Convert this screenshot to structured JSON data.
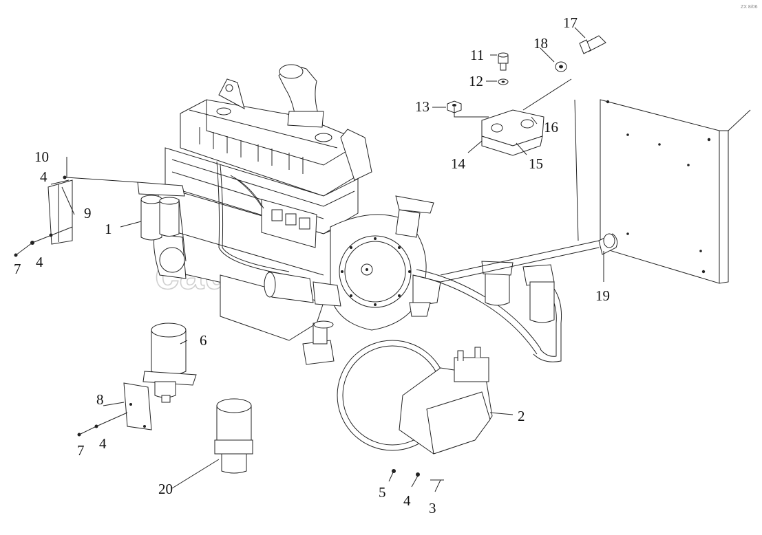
{
  "watermark": "cautoiter.ru",
  "corner_mark": "ZX 8/06",
  "callouts": [
    {
      "id": "c1",
      "text": "1"
    },
    {
      "id": "c2",
      "text": "2"
    },
    {
      "id": "c3",
      "text": "3"
    },
    {
      "id": "c4a",
      "text": "4"
    },
    {
      "id": "c4b",
      "text": "4"
    },
    {
      "id": "c4c",
      "text": "4"
    },
    {
      "id": "c4d",
      "text": "4"
    },
    {
      "id": "c5",
      "text": "5"
    },
    {
      "id": "c6",
      "text": "6"
    },
    {
      "id": "c7a",
      "text": "7"
    },
    {
      "id": "c7b",
      "text": "7"
    },
    {
      "id": "c8",
      "text": "8"
    },
    {
      "id": "c9",
      "text": "9"
    },
    {
      "id": "c10",
      "text": "10"
    },
    {
      "id": "c11",
      "text": "11"
    },
    {
      "id": "c12",
      "text": "12"
    },
    {
      "id": "c13",
      "text": "13"
    },
    {
      "id": "c14",
      "text": "14"
    },
    {
      "id": "c15",
      "text": "15"
    },
    {
      "id": "c16",
      "text": "16"
    },
    {
      "id": "c17",
      "text": "17"
    },
    {
      "id": "c18",
      "text": "18"
    },
    {
      "id": "c19",
      "text": "19"
    },
    {
      "id": "c20",
      "text": "20"
    }
  ]
}
